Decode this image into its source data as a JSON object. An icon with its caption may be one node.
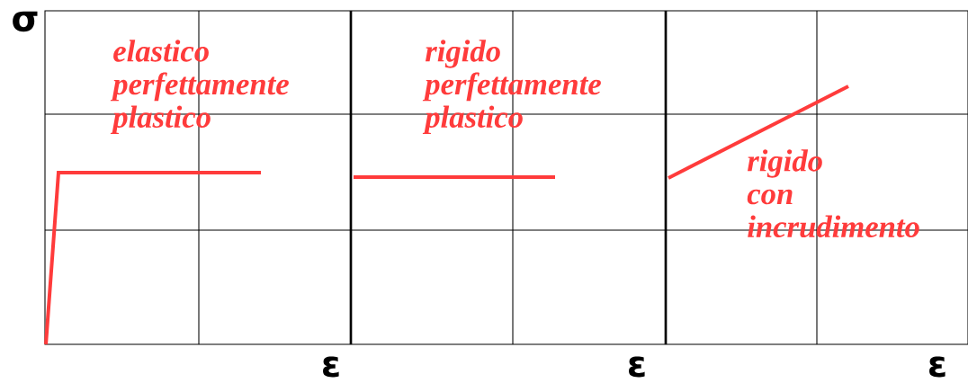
{
  "diagram": {
    "labels": [
      "σ",
      "elastico perfettamente plastico",
      "rigido perfettamente plastico",
      "rigido con incrudimento",
      "ε",
      "ε",
      "ε"
    ]
  }
}
